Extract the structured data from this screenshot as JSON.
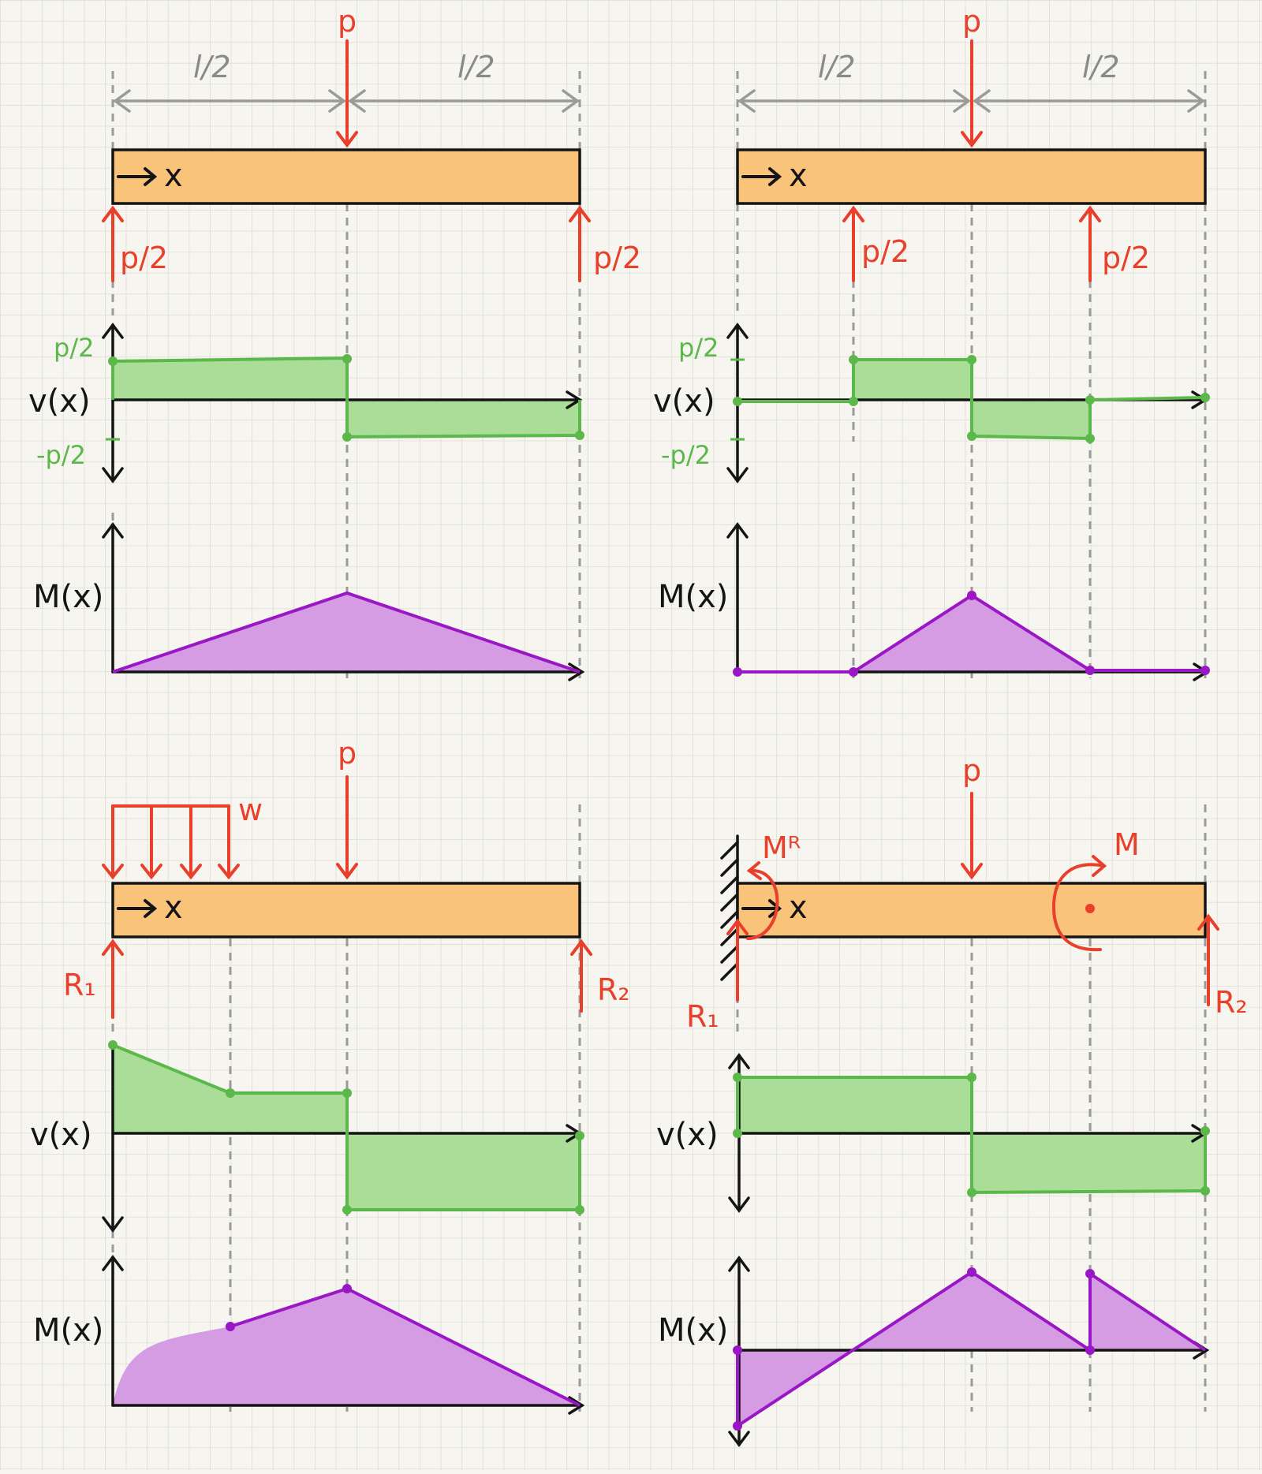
{
  "colors": {
    "paper": "#f7f5ef",
    "grid": "#d9d9d4",
    "beam": "#f9c37a",
    "load": "#e8402b",
    "shear_fill": "#a9dd98",
    "shear_line": "#5cb84a",
    "moment_fill": "#d59be3",
    "moment_line": "#9a17c6",
    "guide": "#9a9a9a",
    "ink": "#141414"
  },
  "labels": {
    "half_span": "l/2",
    "force_p": "p",
    "half_p": "p/2",
    "x_axis": "x",
    "shear": "v(x)",
    "moment": "M(x)",
    "shear_pos": "p/2",
    "shear_neg": "-p/2",
    "dist_load": "w",
    "reaction_1": "R₁",
    "reaction_2": "R₂",
    "fixed_moment": "Mᴿ",
    "applied_moment": "M"
  },
  "panels": [
    {
      "id": "simply-supported-center-load",
      "load": "point load p at l/2",
      "supports": "reactions p/2 at both ends"
    },
    {
      "id": "overhang-supports-center-load",
      "load": "point load p at l/2",
      "supports": "reactions p/2 at l/4 and 3l/4"
    },
    {
      "id": "distributed-and-point-load",
      "load": "distributed load w over first quarter, point load p at l/2",
      "supports": "reactions R1 and R2 at ends"
    },
    {
      "id": "fixed-end-point-load-and-moment",
      "load": "point load p at l/2, applied moment M at 3l/4",
      "supports": "fixed support with R1 and MR, reaction R2 at end"
    }
  ]
}
